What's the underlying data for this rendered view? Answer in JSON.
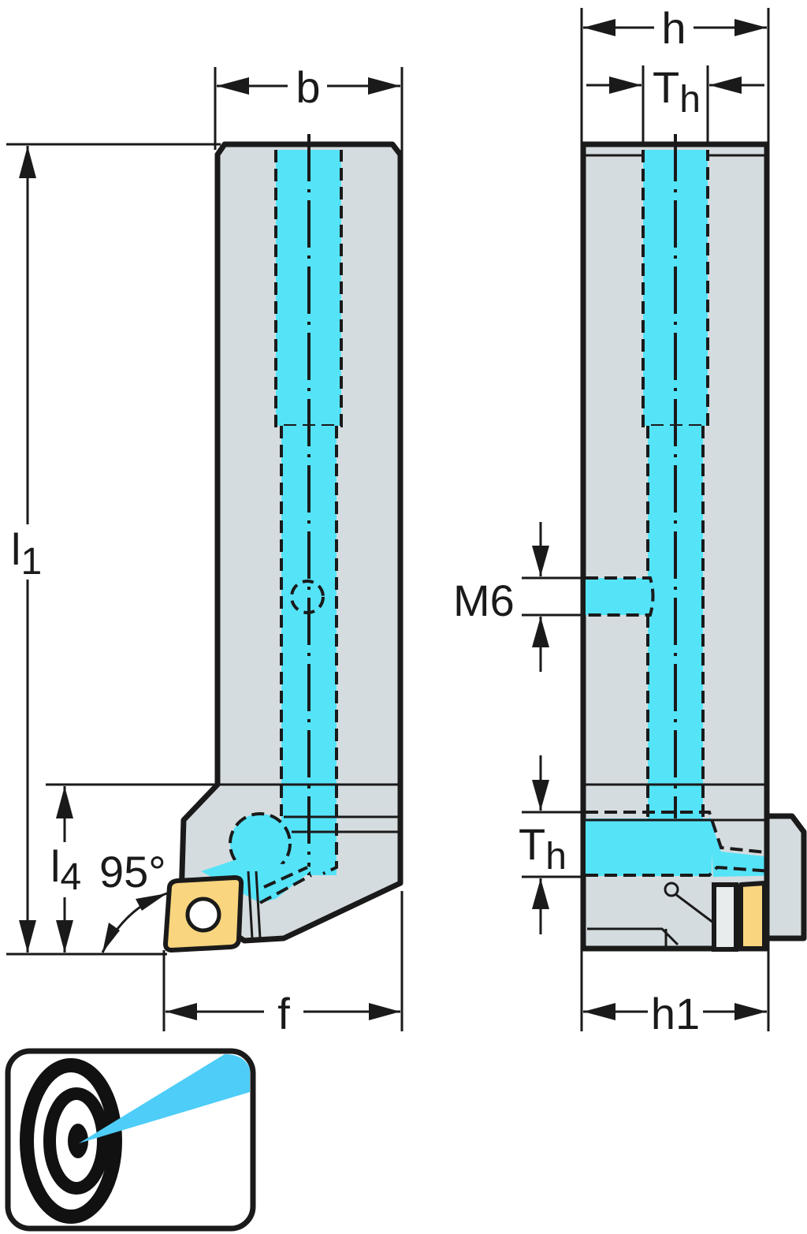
{
  "title": "Tool holder dimension drawing",
  "colors": {
    "body": "#d5dcdf",
    "coolant": "#55e3f8",
    "insert": "#f8d57e",
    "line": "#1a1a1a"
  },
  "front_view": {
    "dimensions": {
      "b": "b",
      "f": "f",
      "l1": {
        "main": "l",
        "sub": "1"
      },
      "l4": {
        "main": "l",
        "sub": "4"
      },
      "angle": "95°"
    }
  },
  "side_view": {
    "dimensions": {
      "h": "h",
      "h1": "h1",
      "th_top": {
        "main": "T",
        "sub": "h"
      },
      "th_side": {
        "main": "T",
        "sub": "h"
      },
      "thread": "M6"
    }
  },
  "icon": {
    "name": "precision-coolant-icon",
    "colors": {
      "beam": "#4dcdf8",
      "rings": "#111111"
    }
  }
}
